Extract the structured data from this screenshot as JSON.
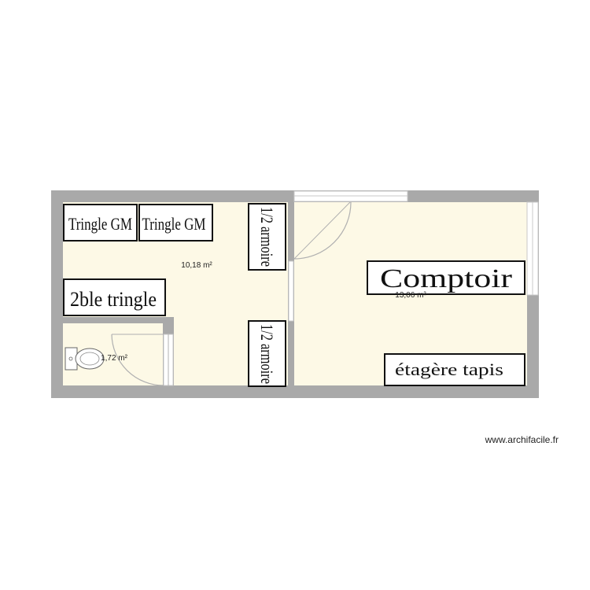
{
  "plan": {
    "rooms": [
      {
        "area": "10,18 m²"
      },
      {
        "area": "13,06 m²"
      },
      {
        "area": "1,72 m²"
      }
    ],
    "furniture": {
      "tringle_1": "Tringle GM",
      "tringle_2": "Tringle GM",
      "double_tringle": "2ble tringle",
      "armoire_top": "1/2 armoire",
      "armoire_bottom": "1/2 armoire",
      "comptoir": "Comptoir",
      "etagere": "étagère tapis"
    },
    "watermark": "www.archifacile.fr",
    "colors": {
      "wall": "#a9a9a9",
      "floor": "#fdf9e6",
      "door_arc": "#b0b0b0",
      "outline": "#111111"
    }
  }
}
